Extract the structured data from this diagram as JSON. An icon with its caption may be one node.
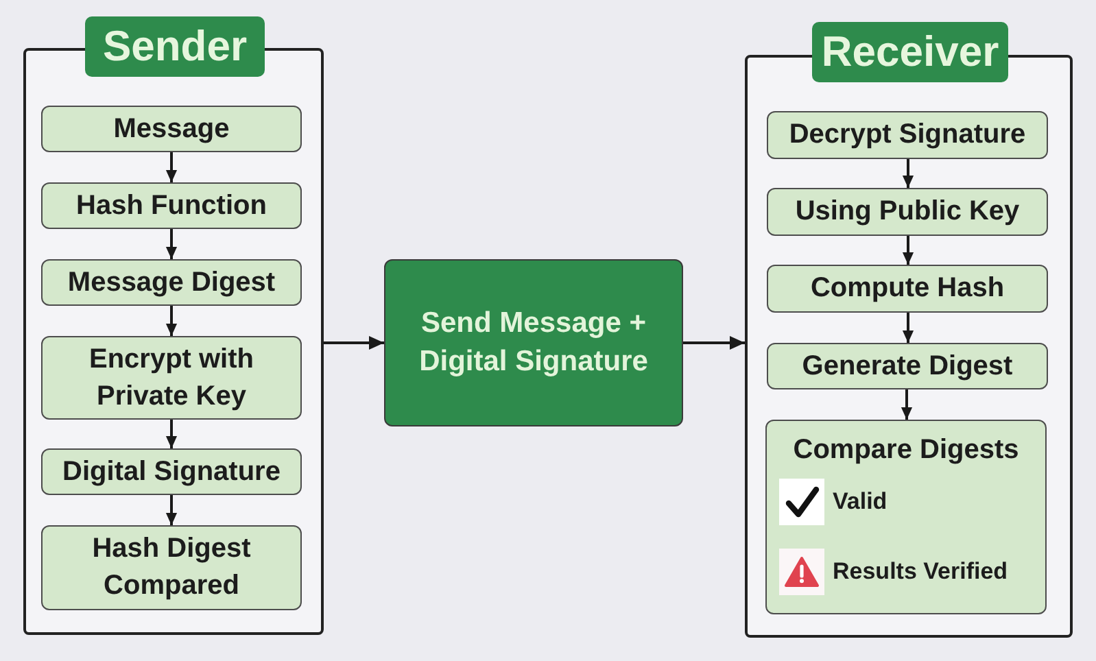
{
  "diagram": {
    "nodes": [
      {
        "text": [
          "Sender"
        ]
      },
      {
        "text": [
          "Message"
        ],
        "in": 0
      },
      {
        "text": [
          "Hash Function"
        ],
        "in": 0
      },
      {
        "text": [
          "Message Digest"
        ],
        "in": 0
      },
      {
        "text": [
          "Encrypt with Private Key"
        ],
        "in": 0
      },
      {
        "text": [
          "Digital Signature"
        ],
        "in": 0
      },
      {
        "text": [
          "Hash Digest Compared"
        ],
        "in": 0
      },
      {
        "text": [
          "Send Message + Digital Signature"
        ]
      },
      {
        "text": [
          "Receiver"
        ]
      },
      {
        "text": [
          "Decrypt Signature"
        ],
        "in": 8
      },
      {
        "text": [
          "Using Public Key"
        ],
        "in": 8
      },
      {
        "text": [
          "Compute Hash"
        ],
        "in": 8
      },
      {
        "text": [
          "Generate Digest"
        ],
        "in": 8
      },
      {
        "text": [
          "Compare Digests",
          "Valid",
          "Results Verified"
        ],
        "in": 8
      }
    ],
    "edges": [
      {
        "from": 1,
        "to": 2,
        "arrow": "to"
      },
      {
        "from": 2,
        "to": 3,
        "arrow": "to"
      },
      {
        "from": 3,
        "to": 4,
        "arrow": "to"
      },
      {
        "from": 4,
        "to": 5,
        "arrow": "to"
      },
      {
        "from": 5,
        "to": 6,
        "arrow": "to"
      },
      {
        "from": 0,
        "to": 7,
        "arrow": "to"
      },
      {
        "from": 7,
        "to": 8,
        "arrow": "to"
      },
      {
        "from": 9,
        "to": 10,
        "arrow": "to"
      },
      {
        "from": 10,
        "to": 11,
        "arrow": "to"
      },
      {
        "from": 11,
        "to": 12,
        "arrow": "to"
      },
      {
        "from": 12,
        "to": 13,
        "arrow": "to"
      }
    ]
  }
}
